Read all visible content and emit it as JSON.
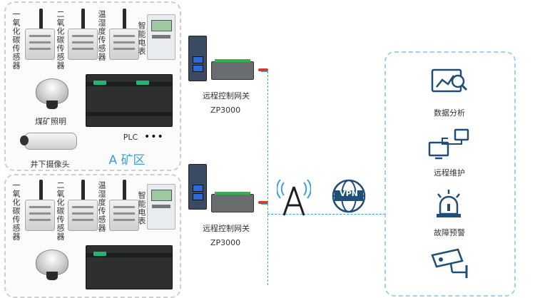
{
  "zoneA": {
    "sensors": [
      "一氧化碳传感器",
      "二氧化碳传感器",
      "温湿度传感器",
      "智能电表"
    ],
    "lighting": "煤矿照明",
    "camera": "井下摄像头",
    "plc": "PLC",
    "plc_more": "•••",
    "title": "A 矿区"
  },
  "zoneB": {
    "sensors": [
      "一氧化碳传感器",
      "二氧化碳传感器",
      "温湿度传感器",
      "智能电表"
    ]
  },
  "gateway1": {
    "name": "远程控制网关",
    "model": "ZP3000"
  },
  "gateway2": {
    "name": "远程控制网关",
    "model": "ZP3000"
  },
  "vpn": {
    "label": "VPN"
  },
  "services": [
    {
      "label": "数据分析",
      "icon": "data-analysis-icon"
    },
    {
      "label": "远程维护",
      "icon": "remote-maintenance-icon"
    },
    {
      "label": "故障预警",
      "icon": "fault-alarm-icon"
    },
    {
      "label": "",
      "icon": "cctv-camera-icon"
    }
  ],
  "colors": {
    "link": "#3a9fdc",
    "icon": "#1f4f78",
    "zone_title": "#3a9fdc"
  }
}
